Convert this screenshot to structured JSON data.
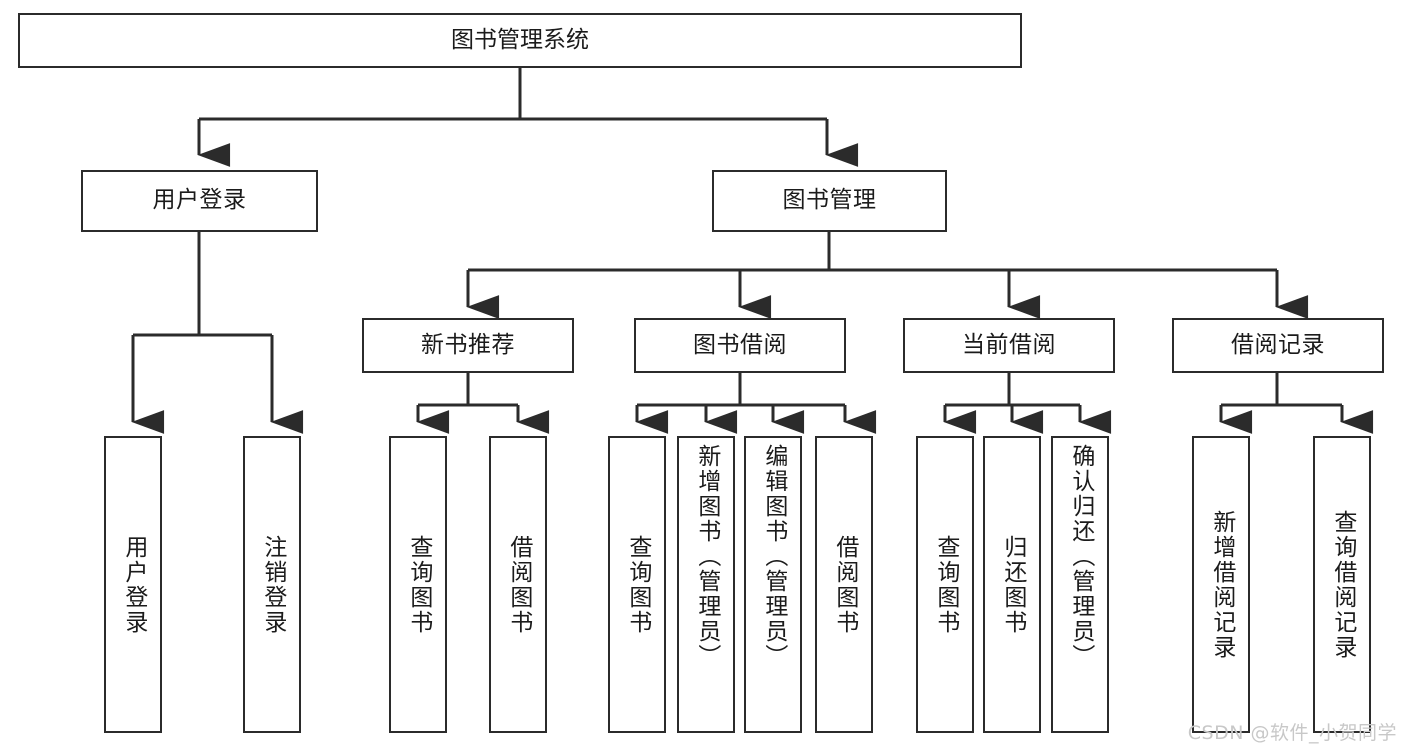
{
  "diagram": {
    "title": "图书管理系统",
    "watermark": "CSDN @软件_小贺同学",
    "line_color": "#2b2b2b",
    "box_fill": "#ffffff",
    "text_color": "#1b1b1b",
    "watermark_color": "#c8c8c8"
  },
  "root": {
    "label": "图书管理系统"
  },
  "level2": [
    {
      "label": "用户登录"
    },
    {
      "label": "图书管理"
    }
  ],
  "level3": [
    {
      "label": "新书推荐"
    },
    {
      "label": "图书借阅"
    },
    {
      "label": "当前借阅"
    },
    {
      "label": "借阅记录"
    }
  ],
  "leaves": {
    "user_login": [
      {
        "label": "用户登录"
      },
      {
        "label": "注销登录"
      }
    ],
    "new_book_recommend": [
      {
        "label": "查询图书"
      },
      {
        "label": "借阅图书"
      }
    ],
    "book_borrow": [
      {
        "label": "查询图书"
      },
      {
        "label": "新增图书（管理员）"
      },
      {
        "label": "编辑图书（管理员）"
      },
      {
        "label": "借阅图书"
      }
    ],
    "current_borrow": [
      {
        "label": "查询图书"
      },
      {
        "label": "归还图书"
      },
      {
        "label": "确认归还（管理员）"
      }
    ],
    "borrow_record": [
      {
        "label": "新增借阅记录"
      },
      {
        "label": "查询借阅记录"
      }
    ]
  }
}
